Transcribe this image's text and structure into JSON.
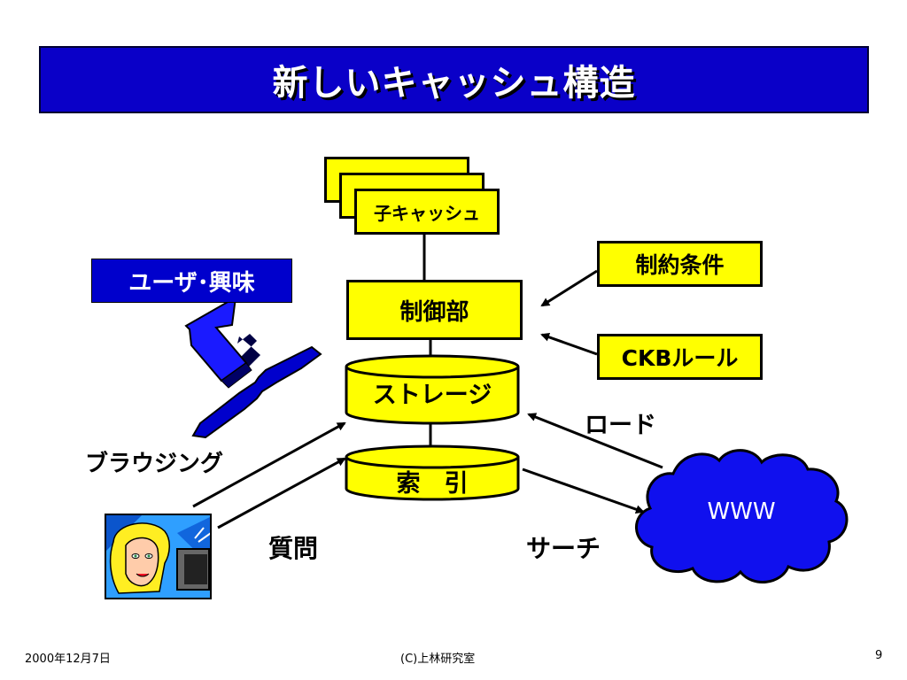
{
  "title": "新しいキャッシュ構造",
  "boxes": {
    "child_cache": "子キャッシュ",
    "control": "制御部",
    "constraints": "制約条件",
    "ckb_rules": "CKBルール",
    "storage": "ストレージ",
    "index": "索　引"
  },
  "labels": {
    "user_interest": "ユーザ･興味",
    "browsing": "ブラウジング",
    "query": "質問",
    "load": "ロード",
    "search": "サーチ",
    "www": "WWW"
  },
  "footer": {
    "date": "2000年12月7日",
    "credit": "(C)上林研究室",
    "page": "9"
  },
  "colors": {
    "title_bg": "#0a00c8",
    "box_fill": "#ffff00",
    "accent_blue": "#0000cc",
    "cloud_blue": "#1010ee"
  },
  "icons": [
    "user-at-computer-icon",
    "www-cloud-icon",
    "up-arrow-icon",
    "brace-icon"
  ]
}
